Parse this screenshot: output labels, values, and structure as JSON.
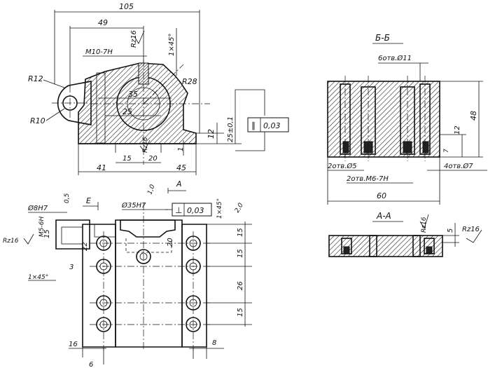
{
  "dims": {
    "overall_105": "105",
    "d49": "49",
    "thread_m10": "M10-7H",
    "rz16_top": "Rz16",
    "chamfer_top": "1×45°",
    "r12": "R12",
    "r28": "R28",
    "d35": "35",
    "d25": "25",
    "r10": "R10",
    "d12": "12",
    "tol_25": "25±0,1",
    "d1": "1",
    "d15_front": "15",
    "rz16_front": "Rz16",
    "d20_front": "20",
    "d41": "41",
    "d45": "45"
  },
  "section_b": {
    "title": "Б-Б",
    "holes_top": "6отв.Ø11",
    "d12": "12",
    "d48": "48",
    "d7": "7",
    "holes_left": "2отв.Ø5",
    "holes_right": "4отв.Ø7",
    "threads": "2отв.M6-7H",
    "d60": "60"
  },
  "section_a": {
    "title": "А-А",
    "rz16": "Rz16",
    "d5": "5",
    "rz16b": "Rz16"
  },
  "tolerance_top": {
    "sym": "∥",
    "val": "0,03"
  },
  "tolerance_plan": {
    "sym": "⊥",
    "val": "0,03",
    "datum": "А"
  },
  "plan": {
    "d8h7": "Ø8H7",
    "d05": "0,5",
    "label_e": "E",
    "d35h7": "Ø35H7",
    "d10": "1,0",
    "chamfer": "1×45°",
    "d20": "2,0",
    "m56h": "M5-6H",
    "rz16": "Rz16",
    "d15": "15",
    "d22": "22",
    "chamfer2": "1×45°",
    "d3": "3",
    "d20b": "20",
    "r15a": "15",
    "r15b": "15",
    "r26": "26",
    "r15c": "15",
    "d16": "16",
    "d8": "8",
    "d6": "6"
  }
}
